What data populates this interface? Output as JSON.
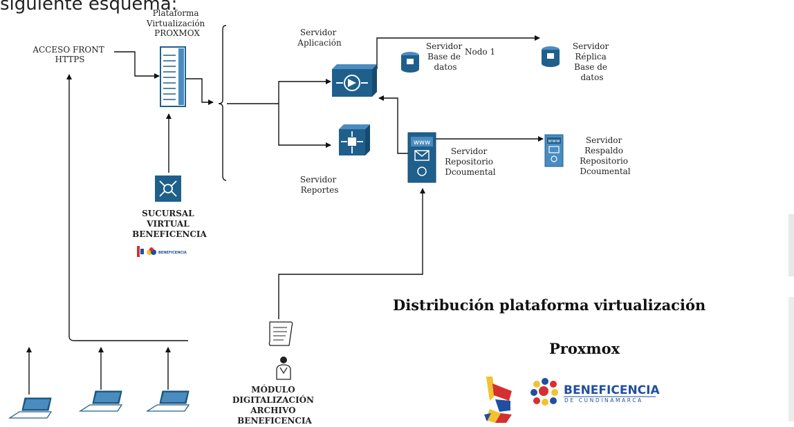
{
  "intro_text": "siguiente esquema:",
  "nodes": {
    "proxmox": [
      "Plataforma",
      "Virtualización",
      "PROXMOX"
    ],
    "acceso": [
      "ACCESO FRONT",
      "HTTPS"
    ],
    "app": [
      "Servidor",
      "Aplicación"
    ],
    "db": [
      "Servidor",
      "Base de",
      "datos"
    ],
    "nodo": "Nodo 1",
    "replica": [
      "Servidor",
      "Réplica",
      "Base de",
      "datos"
    ],
    "reportes": [
      "Servidor",
      "Reportes"
    ],
    "repo": [
      "Servidor",
      "Repositorio",
      "Dcoumental"
    ],
    "respaldo": [
      "Servidor",
      "Respaldo",
      "Repositorio",
      "Dcoumental"
    ],
    "sucursal": [
      "SUCURSAL",
      "VIRTUAL",
      "BENEFICENCIA"
    ],
    "modulo": [
      "MÓDULO",
      "DIGITALIZACIÓN",
      "ARCHIVO",
      "BENEFICENCIA"
    ]
  },
  "title": [
    "Distribución plataforma   virtualización",
    "Proxmox"
  ],
  "logo": {
    "main": "BENEFICENCIA",
    "sub": "DE CUNDINAMARCA",
    "small": "BENEFICENCIA"
  },
  "colors": {
    "device": "#1f5f8b",
    "device_light": "#4a8cc0",
    "logo_blue": "#1f4fa0",
    "logo_red": "#d62f2f",
    "logo_yellow": "#f2c230"
  }
}
